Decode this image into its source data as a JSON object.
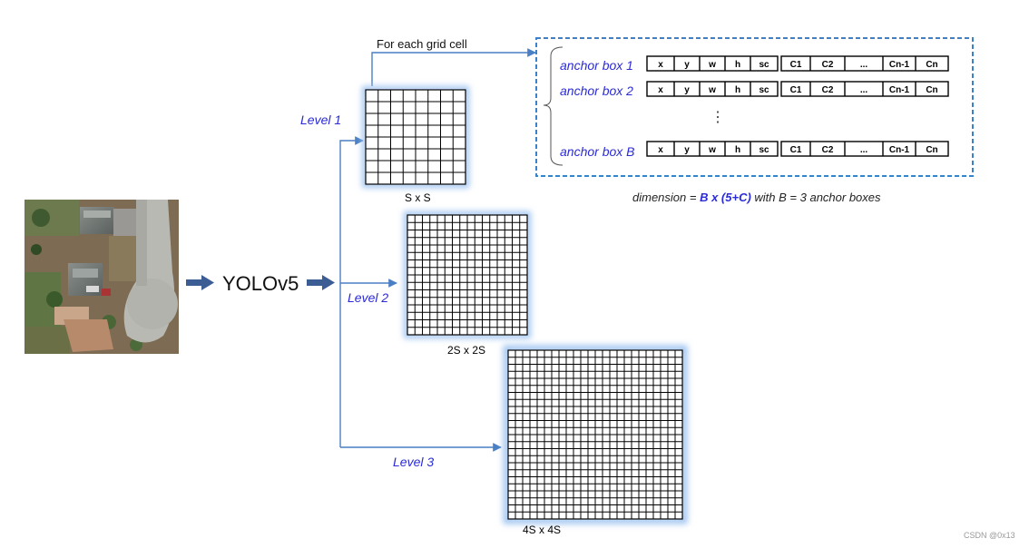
{
  "model_label": "YOLOv5",
  "for_each_cell_label": "For each grid cell",
  "levels": [
    {
      "name": "Level 1",
      "grid_label": "S x S",
      "cells": 8
    },
    {
      "name": "Level 2",
      "grid_label": "2S x 2S",
      "cells": 16
    },
    {
      "name": "Level 3",
      "grid_label": "4S x 4S",
      "cells": 24
    }
  ],
  "anchor_rows": [
    {
      "label": "anchor box 1"
    },
    {
      "label": "anchor box 2"
    },
    {
      "label": "anchor box B"
    }
  ],
  "vertical_ellipsis": "⋮",
  "anchor_fields_a": [
    "x",
    "y",
    "w",
    "h",
    "sc"
  ],
  "anchor_fields_b": [
    "C1",
    "C2",
    "...",
    "Cn-1",
    "Cn"
  ],
  "dimension_text": {
    "prefix": "dimension = ",
    "formula": "B x (5+C)",
    "suffix": " with B = 3 anchor boxes"
  },
  "watermark": "CSDN @0x13",
  "colors": {
    "arrow": "#4a7fc4",
    "block_arrow": "#3b5d93",
    "glow": "#9ec3f0",
    "dashed_border": "#3a82c9",
    "label_blue": "#2b2bd8"
  }
}
